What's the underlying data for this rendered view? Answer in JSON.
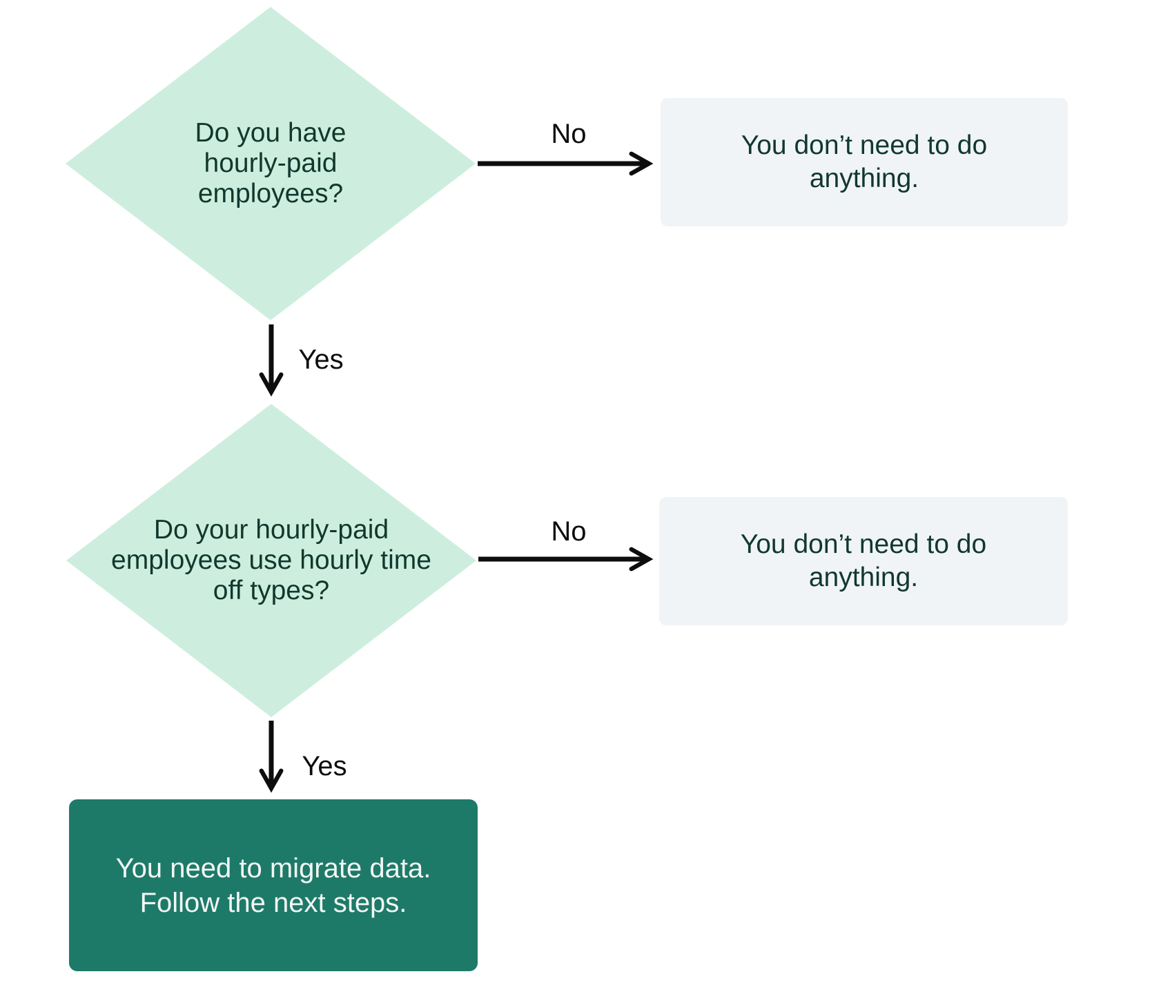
{
  "flowchart": {
    "decisions": [
      {
        "id": "hourly-employees",
        "question": "Do you have\nhourly-paid\nemployees?",
        "no_label": "No",
        "yes_label": "Yes"
      },
      {
        "id": "hourly-time-off",
        "question": "Do your hourly-paid\nemployees use hourly time\noff types?",
        "no_label": "No",
        "yes_label": "Yes"
      }
    ],
    "outcomes": [
      {
        "id": "no-action-1",
        "type": "neutral",
        "text": "You don’t need to do\nanything."
      },
      {
        "id": "no-action-2",
        "type": "neutral",
        "text": "You don’t need to do\nanything."
      },
      {
        "id": "migrate",
        "type": "action",
        "text": "You need to migrate data.\nFollow the next steps."
      }
    ],
    "colors": {
      "diamond_fill": "#cdeede",
      "outcome_fill": "#f0f4f7",
      "action_fill": "#1e7a68",
      "text_dark": "#11382e",
      "text_light": "#f2f7f5",
      "arrow": "#0d0d0d"
    }
  }
}
